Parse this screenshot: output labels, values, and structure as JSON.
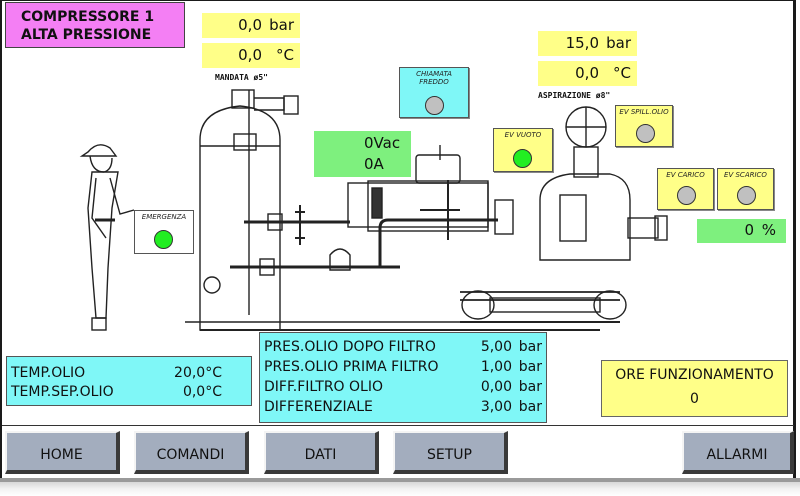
{
  "header": {
    "title_line1": "COMPRESSORE 1",
    "title_line2": "ALTA PRESSIONE"
  },
  "mandata": {
    "label": "MANDATA ø5\"",
    "pressure_value": "0,0",
    "pressure_unit": "bar",
    "temperature_value": "0,0",
    "temperature_unit": "°C"
  },
  "aspirazione": {
    "label": "ASPIRAZIONE ø8\"",
    "pressure_value": "15,0",
    "pressure_unit": "bar",
    "temperature_value": "0,0",
    "temperature_unit": "°C"
  },
  "indicators": {
    "chiamata_freddo": {
      "label_line1": "CHIAMATA",
      "label_line2": "FREDDO",
      "state": "off"
    },
    "ev_vuoto": {
      "label": "EV VUOTO",
      "state": "on"
    },
    "ev_spill_olio": {
      "label": "EV SPILL.OLIO",
      "state": "off"
    },
    "ev_carico": {
      "label": "EV CARICO",
      "state": "off"
    },
    "ev_scarico": {
      "label": "EV SCARICO",
      "state": "off"
    },
    "emergenza": {
      "label": "EMERGENZA",
      "state": "on"
    }
  },
  "motor": {
    "voltage": "0Vac",
    "current": "0A"
  },
  "load_percent": {
    "value": "0",
    "unit": "%"
  },
  "oil_temps": [
    {
      "label": "TEMP.OLIO",
      "value": "20,0°C"
    },
    {
      "label": "TEMP.SEP.OLIO",
      "value": "0,0°C"
    }
  ],
  "oil_pressures": [
    {
      "label": "PRES.OLIO DOPO FILTRO",
      "value": "5,00",
      "unit": "bar"
    },
    {
      "label": "PRES.OLIO PRIMA FILTRO",
      "value": "1,00",
      "unit": "bar"
    },
    {
      "label": "DIFF.FILTRO OLIO",
      "value": "0,00",
      "unit": "bar"
    },
    {
      "label": "DIFFERENZIALE",
      "value": "3,00",
      "unit": "bar"
    }
  ],
  "ore_funzionamento": {
    "label": "ORE FUNZIONAMENTO",
    "value": "0"
  },
  "nav": {
    "home": "HOME",
    "comandi": "COMANDI",
    "dati": "DATI",
    "setup": "SETUP",
    "allarmi": "ALLARMI"
  },
  "colors": {
    "lamp_on": "#22ee22",
    "lamp_off": "#c0c0c0",
    "title_bg": "#f47ff4",
    "value_bg": "#ffff88",
    "motor_bg": "#7ef07e",
    "oil_bg": "#7ff7f7",
    "nav_bg": "#a3adbe"
  }
}
